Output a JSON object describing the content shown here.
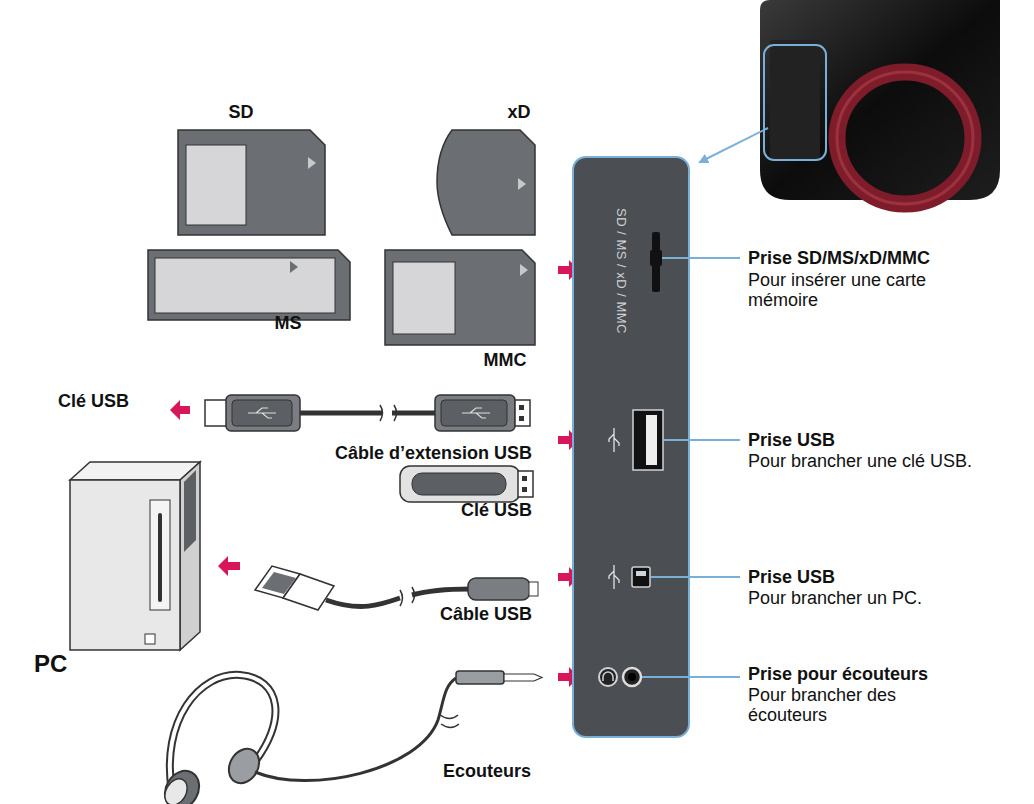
{
  "diagram": {
    "nodes": [
      {
        "text": [
          "SD / MS / xD / MMC"
        ]
      }
    ],
    "labels": [
      "SD",
      "xD",
      "MS",
      "MMC",
      "Clé USB",
      "Câble d’extension USB",
      "Clé USB",
      "PC",
      "Câble USB",
      "Ecouteurs",
      "Prise SD/MS/xD/MMC",
      "Pour insérer une carte mémoire",
      "Prise USB",
      "Pour brancher une clé USB.",
      "Prise USB",
      "Pour brancher un PC.",
      "Prise pour écouteurs",
      "Pour brancher des écouteurs"
    ]
  }
}
